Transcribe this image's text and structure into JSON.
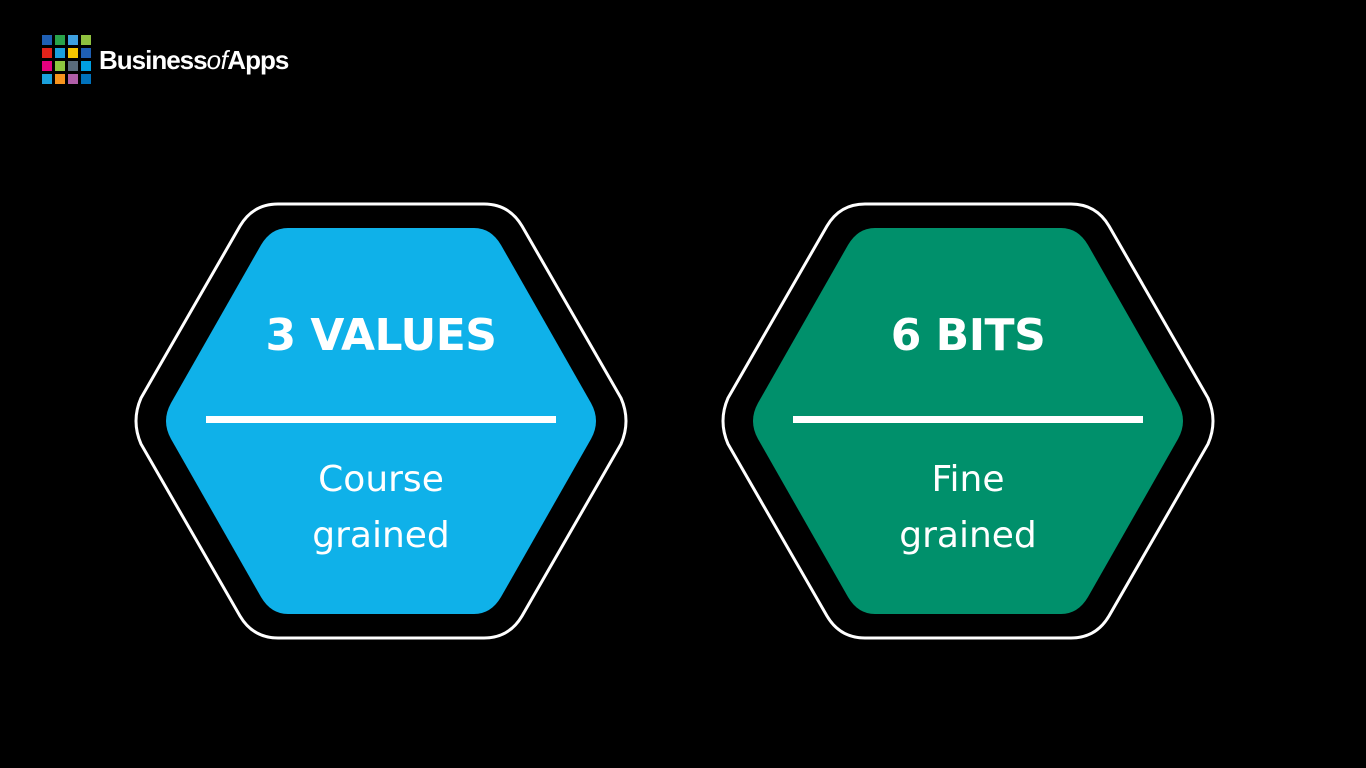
{
  "brand": {
    "name_part1": "Business",
    "name_part2": "of",
    "name_part3": "Apps",
    "grid_colors": [
      "#1f5fb3",
      "#29a34a",
      "#3ea0df",
      "#8fc13f",
      "#e2231a",
      "#1aa0dc",
      "#f6c600",
      "#1f5fb3",
      "#e5007e",
      "#8dc63f",
      "#5a6b7b",
      "#00a0e3",
      "#1aa0dc",
      "#f7941d",
      "#b05ea8",
      "#0072bc"
    ]
  },
  "cards": [
    {
      "title": "3 VALUES",
      "subtitle_line1": "Course",
      "subtitle_line2": "grained",
      "fill_color": "#0fb1e9"
    },
    {
      "title": "6 BITS",
      "subtitle_line1": "Fine",
      "subtitle_line2": "grained",
      "fill_color": "#00906b"
    }
  ]
}
